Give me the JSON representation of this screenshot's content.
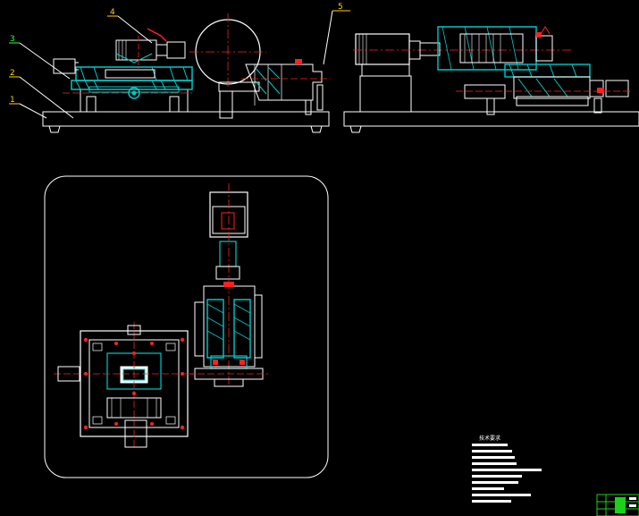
{
  "colors": {
    "background": "#000000",
    "outline": "#ffffff",
    "hatch": "#00c8c8",
    "centerline": "#ff2020",
    "part": "#ff2020",
    "leader_yellow": "#ffd400",
    "leader_green": "#33ff33",
    "table_green": "#19d219"
  },
  "labels": {
    "l1": "1",
    "l2": "2",
    "l3": "3",
    "l4": "4",
    "l5": "5"
  },
  "tech_req": {
    "title": "技术要求"
  }
}
